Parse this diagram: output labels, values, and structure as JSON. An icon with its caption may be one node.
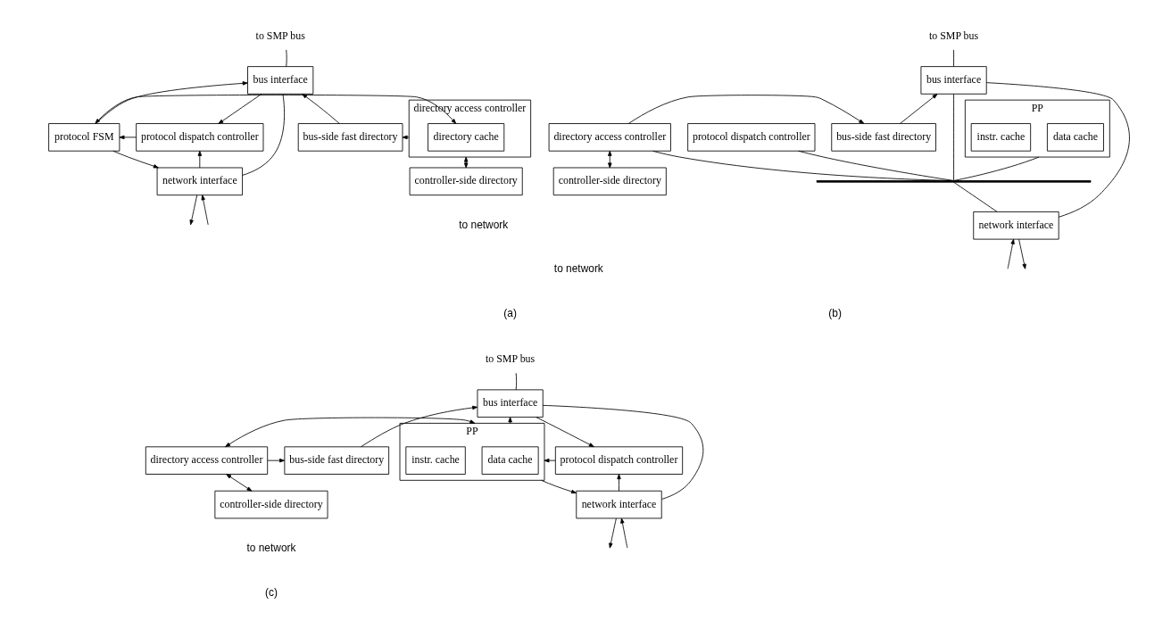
{
  "diagram": {
    "nodes": [
      {
        "text": [
          "to SMP bus"
        ]
      },
      {
        "text": [
          "bus interface"
        ]
      },
      {
        "text": [
          "bus-side fast directory"
        ]
      },
      {
        "text": [
          "directory access controller"
        ]
      },
      {
        "text": [
          "directory cache"
        ],
        "in": 3
      },
      {
        "text": [
          "protocol FSM"
        ]
      },
      {
        "text": [
          "protocol dispatch controller"
        ]
      },
      {
        "text": [
          "controller-side directory"
        ]
      },
      {
        "text": [
          "network interface"
        ]
      },
      {
        "text": [
          "to SMP bus"
        ]
      },
      {
        "text": [
          "bus interface"
        ]
      },
      {
        "text": [
          "bus-side fast directory"
        ]
      },
      {
        "text": [
          "directory access controller"
        ]
      },
      {
        "text": [
          "PP"
        ]
      },
      {
        "text": [
          "data cache"
        ],
        "in": 13
      },
      {
        "text": [
          "instr. cache"
        ],
        "in": 13
      },
      {
        "text": [
          "protocol dispatch controller"
        ]
      },
      {
        "text": [
          "controller-side directory"
        ]
      },
      {
        "text": [],
        "shape": "bar"
      },
      {
        "text": [
          "network interface"
        ]
      },
      {
        "text": [
          "to SMP bus"
        ]
      },
      {
        "text": [
          "bus interface"
        ]
      },
      {
        "text": [
          "bus-side fast directory"
        ]
      },
      {
        "text": [
          "directory access controller"
        ]
      },
      {
        "text": [
          "PP"
        ]
      },
      {
        "text": [
          "data cache"
        ],
        "in": 24
      },
      {
        "text": [
          "instr. cache"
        ],
        "in": 24
      },
      {
        "text": [
          "protocol dispatch controller"
        ]
      },
      {
        "text": [
          "controller-side directory"
        ]
      },
      {
        "text": [
          "network interface"
        ]
      }
    ],
    "edges": [
      {
        "from": 0,
        "to": 1,
        "arrow": "none"
      },
      {
        "from": 2,
        "to": 1,
        "arrow": "to"
      },
      {
        "from": 3,
        "to": 2,
        "arrow": "to"
      },
      {
        "from": 4,
        "to": 5,
        "arrow": "both"
      },
      {
        "from": 5,
        "to": 1,
        "arrow": "to"
      },
      {
        "from": 1,
        "to": 6,
        "arrow": "to"
      },
      {
        "from": 6,
        "to": 5,
        "arrow": "to"
      },
      {
        "from": 7,
        "to": 3,
        "arrow": "both"
      },
      {
        "from": 5,
        "to": 8,
        "arrow": "to"
      },
      {
        "from": 8,
        "to": 6,
        "arrow": "to"
      },
      {
        "from": 1,
        "to": 8,
        "arrow": "none"
      },
      {
        "from": 8,
        "to": null,
        "arrow": "to"
      },
      {
        "from": null,
        "to": 8,
        "arrow": "to"
      },
      {
        "from": 9,
        "to": 10,
        "arrow": "none"
      },
      {
        "from": 11,
        "to": 10,
        "arrow": "to"
      },
      {
        "from": 12,
        "to": 11,
        "arrow": "to"
      },
      {
        "from": 17,
        "to": 12,
        "arrow": "both"
      },
      {
        "from": 12,
        "to": 18,
        "arrow": "none"
      },
      {
        "from": 13,
        "to": 18,
        "arrow": "none"
      },
      {
        "from": 16,
        "to": 18,
        "arrow": "none"
      },
      {
        "from": 10,
        "to": 18,
        "arrow": "none"
      },
      {
        "from": 18,
        "to": 19,
        "arrow": "none"
      },
      {
        "from": 10,
        "to": 19,
        "arrow": "none"
      },
      {
        "from": 19,
        "to": null,
        "arrow": "to"
      },
      {
        "from": null,
        "to": 19,
        "arrow": "to"
      },
      {
        "from": 20,
        "to": 21,
        "arrow": "none"
      },
      {
        "from": 22,
        "to": 21,
        "arrow": "to"
      },
      {
        "from": 23,
        "to": 22,
        "arrow": "to"
      },
      {
        "from": 23,
        "to": 24,
        "arrow": "both"
      },
      {
        "from": 24,
        "to": 21,
        "arrow": "to"
      },
      {
        "from": 21,
        "to": 27,
        "arrow": "to"
      },
      {
        "from": 27,
        "to": 24,
        "arrow": "to"
      },
      {
        "from": 28,
        "to": 23,
        "arrow": "both"
      },
      {
        "from": 24,
        "to": 29,
        "arrow": "to"
      },
      {
        "from": 29,
        "to": 27,
        "arrow": "to"
      },
      {
        "from": 21,
        "to": 29,
        "arrow": "none"
      },
      {
        "from": 29,
        "to": null,
        "arrow": "to"
      },
      {
        "from": null,
        "to": 29,
        "arrow": "to"
      }
    ],
    "labels": [
      "to network",
      "(a)",
      "to network",
      "(b)",
      "to network",
      "(c)"
    ]
  }
}
